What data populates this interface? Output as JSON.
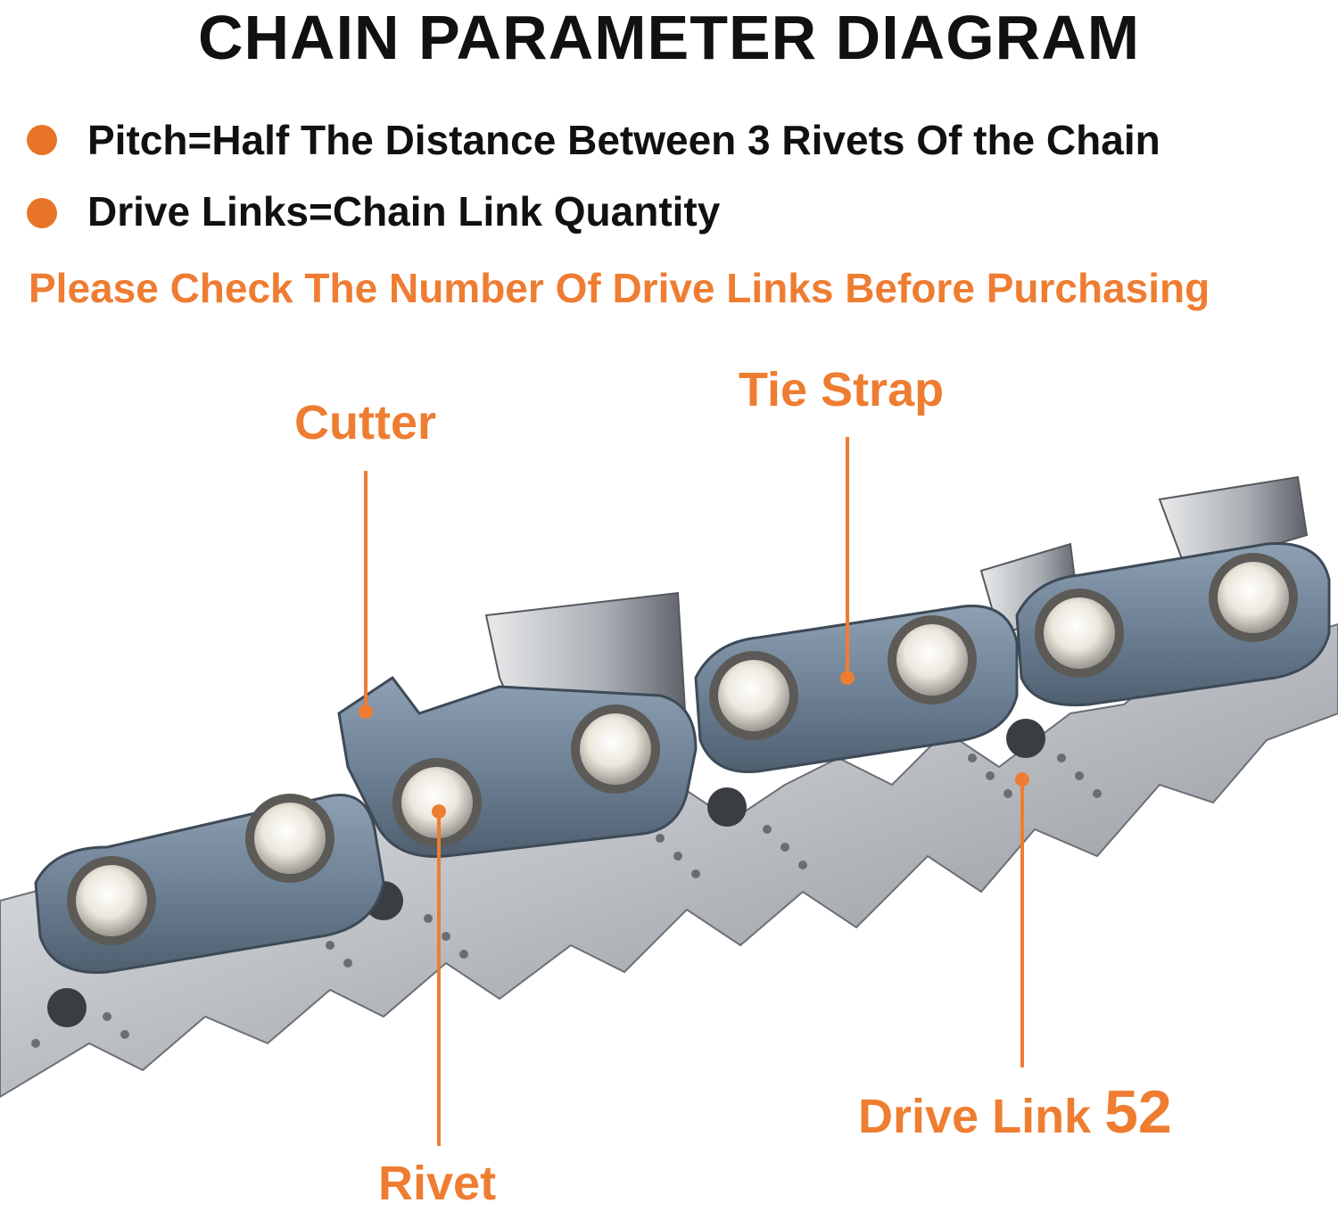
{
  "title": "CHAIN PARAMETER DIAGRAM",
  "bullets": [
    "Pitch=Half The Distance Between 3 Rivets Of the Chain",
    "Drive Links=Chain Link Quantity"
  ],
  "notice": "Please Check The Number Of Drive Links Before Purchasing",
  "labels": {
    "cutter": "Cutter",
    "tie_strap": "Tie Strap",
    "rivet": "Rivet",
    "drive_link": "Drive Link",
    "drive_link_count": "52"
  },
  "colors": {
    "accent": "#ee7d32",
    "bullet": "#e87428",
    "title": "#111111",
    "link_plate": "#6f8296",
    "steel": "#c9ccd0"
  }
}
